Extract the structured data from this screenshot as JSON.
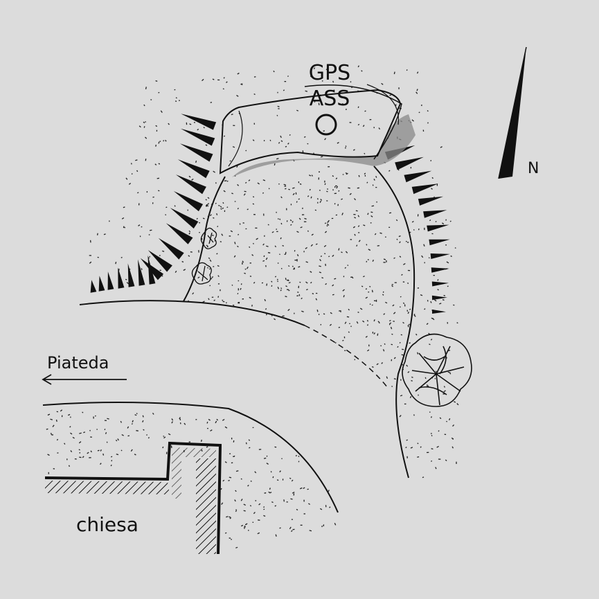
{
  "map": {
    "labels": {
      "gps": "GPS",
      "ass": "ASS",
      "north": "N",
      "direction": "Piateda",
      "church": "chiesa"
    },
    "colors": {
      "background": "#dcdcdc",
      "ink": "#111111",
      "rock_shade": "#8a8a8a"
    },
    "icons": {
      "gps_point": "circle-marker",
      "north_arrow": "triangle-arrow",
      "tree": "tree-symbol",
      "shrub": "shrub-symbol"
    }
  }
}
